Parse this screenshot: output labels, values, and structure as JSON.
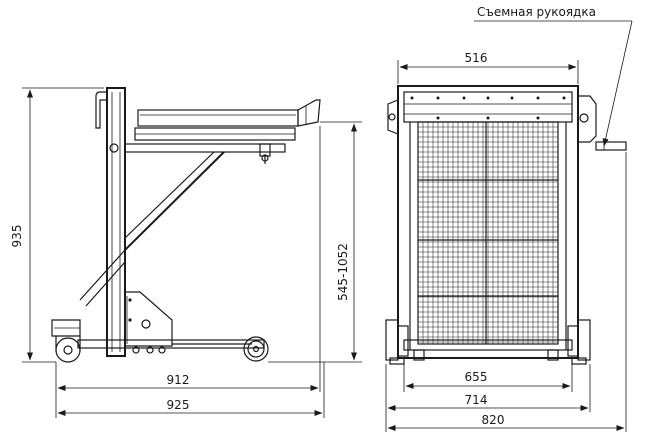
{
  "label": "Съемная рукоядка",
  "dims": {
    "height": "935",
    "range": "545-1052",
    "len1": "912",
    "len2": "925",
    "w_top": "516",
    "w655": "655",
    "w714": "714",
    "w820": "820"
  }
}
